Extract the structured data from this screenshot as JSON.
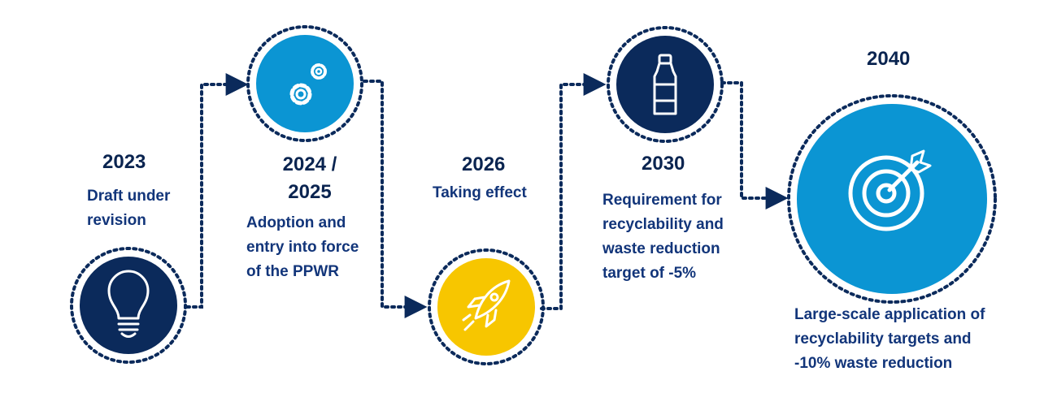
{
  "colors": {
    "navy": "#0b2a5b",
    "blue": "#0b95d3",
    "yellow": "#f7c600",
    "white": "#ffffff"
  },
  "milestones": [
    {
      "year": "2023",
      "description": [
        "Draft under",
        "revision"
      ],
      "icon": "lightbulb-icon",
      "circle_color": "navy"
    },
    {
      "year": [
        "2024 /",
        "2025"
      ],
      "description": [
        "Adoption and",
        "entry into force",
        "of the PPWR"
      ],
      "icon": "gears-icon",
      "circle_color": "blue"
    },
    {
      "year": "2026",
      "description": [
        "Taking effect"
      ],
      "icon": "rocket-icon",
      "circle_color": "yellow"
    },
    {
      "year": "2030",
      "description": [
        "Requirement for",
        "recyclability and",
        "waste reduction",
        "target of -5%"
      ],
      "icon": "bottle-icon",
      "circle_color": "navy"
    },
    {
      "year": "2040",
      "description": [
        "Large-scale application of",
        "recyclability targets and",
        "-10% waste reduction"
      ],
      "icon": "target-icon",
      "circle_color": "blue"
    }
  ]
}
